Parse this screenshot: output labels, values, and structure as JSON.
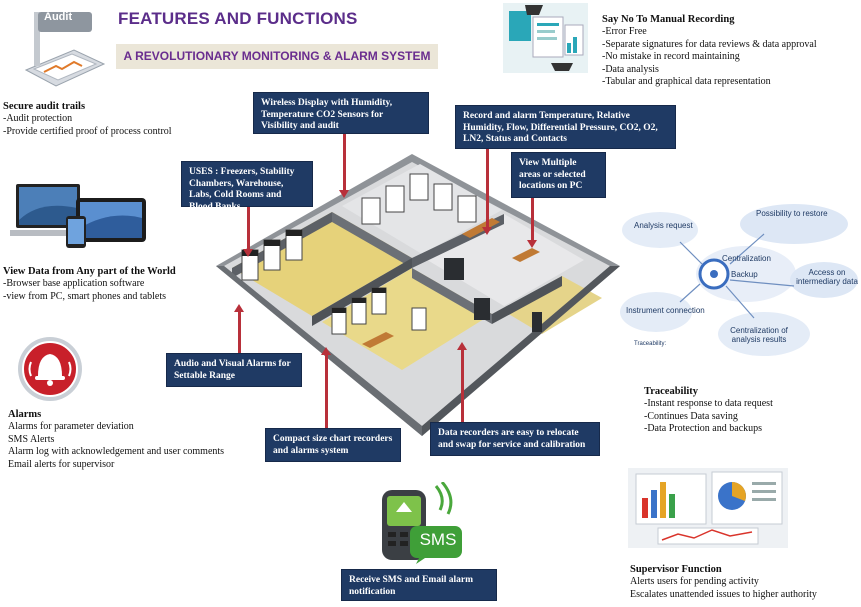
{
  "header": {
    "title": "FEATURES AND FUNCTIONS",
    "subtitle": "A REVOLUTIONARY MONITORING & ALARM SYSTEM"
  },
  "audit": {
    "icon_label": "Audit",
    "title": "Secure audit trails",
    "lines": [
      "-Audit protection",
      "-Provide certified proof of process control"
    ]
  },
  "view": {
    "title": "View Data from Any part of the World",
    "lines": [
      "-Browser base application software",
      "-view from PC, smart phones and tablets"
    ]
  },
  "alarms": {
    "title": "Alarms",
    "lines": [
      "Alarms for parameter deviation",
      "SMS Alerts",
      "Alarm log with acknowledgement and user comments",
      "Email alerts for supervisor"
    ]
  },
  "manual": {
    "title": "Say No To Manual Recording",
    "lines": [
      "-Error Free",
      "-Separate signatures for data reviews & data approval",
      "-No mistake in record maintaining",
      "-Data analysis",
      "-Tabular and graphical data representation"
    ]
  },
  "traceability": {
    "title": "Traceability",
    "lines": [
      "-Instant response to data request",
      "-Continues Data saving",
      "-Data Protection and backups"
    ],
    "diagram": {
      "analysis_request": "Analysis request",
      "possibility_restore": "Possibility to restore",
      "centralization_top": "Centralization",
      "backup": "Backup",
      "access_intermediary": "Access on intermediary data",
      "instrument_connection": "Instrument connection",
      "centralization_results": "Centralization of analysis results",
      "traceability_small": "Traceability:"
    }
  },
  "supervisor": {
    "title": "Supervisor Function",
    "lines": [
      "Alerts users for pending activity",
      "Escalates unattended issues to higher authority"
    ]
  },
  "sms": {
    "label": "SMS"
  },
  "callouts": {
    "wireless": "Wireless Display with Humidity, Temperature CO2 Sensors  for Visibility and audit",
    "record": "Record and alarm Temperature, Relative Humidity, Flow, Differential Pressure, CO2, O2, LN2, Status and Contacts",
    "multiple": "View Multiple areas or selected locations on PC",
    "uses": "USES : Freezers, Stability Chambers, Warehouse, Labs, Cold Rooms and Blood Banks",
    "audio": "Audio and Visual Alarms for Settable Range",
    "compact": "Compact size chart recorders and alarms system",
    "relocate": "Data recorders are easy to relocate and swap for service and calibration",
    "receive": "Receive SMS and Email alarm notification"
  },
  "colors": {
    "callout_bg": "#1f3a64",
    "arrow": "#b8303a",
    "title": "#5b2d8a"
  }
}
